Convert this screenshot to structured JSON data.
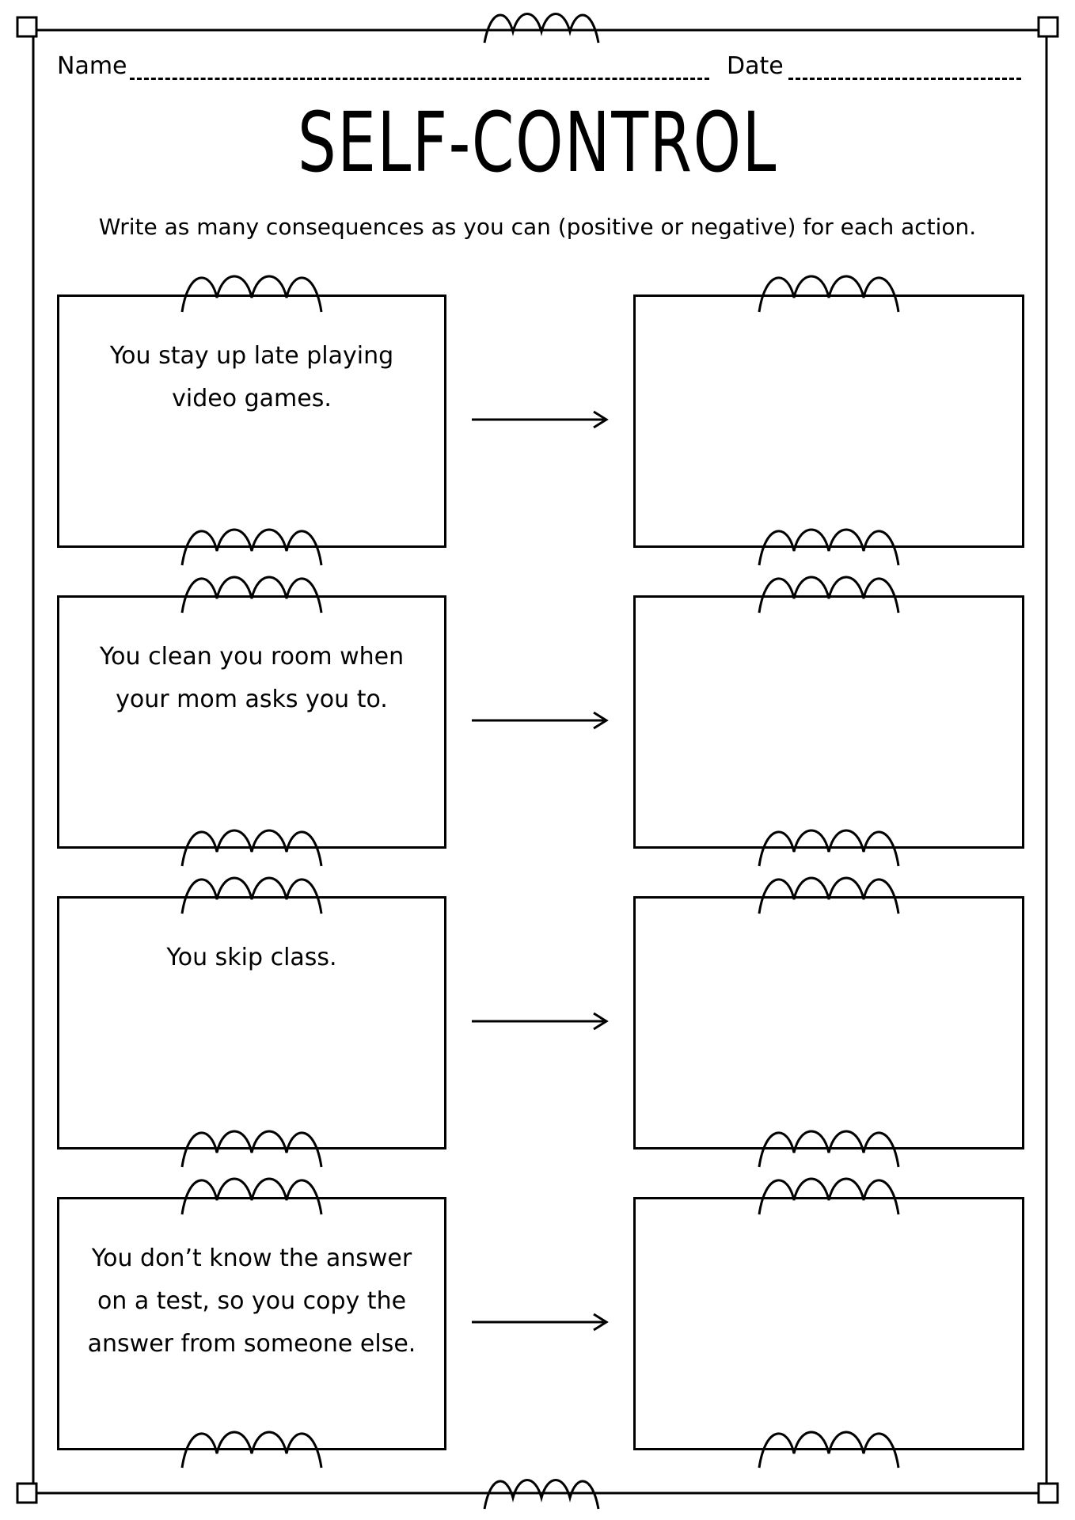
{
  "header": {
    "name_label": "Name",
    "date_label": "Date"
  },
  "title": "SELF-CONTROL",
  "instructions": "Write as many consequences as you can (positive or negative) for each action.",
  "actions": [
    {
      "text": "You stay up late playing video games."
    },
    {
      "text": "You clean you room when your mom asks you to."
    },
    {
      "text": "You skip class."
    },
    {
      "text": "You don’t know the answer on a test, so you copy the answer from someone else."
    }
  ],
  "decoration": {
    "border_icon": "corner-square-icon",
    "wave_icon": "squiggle-icon"
  }
}
